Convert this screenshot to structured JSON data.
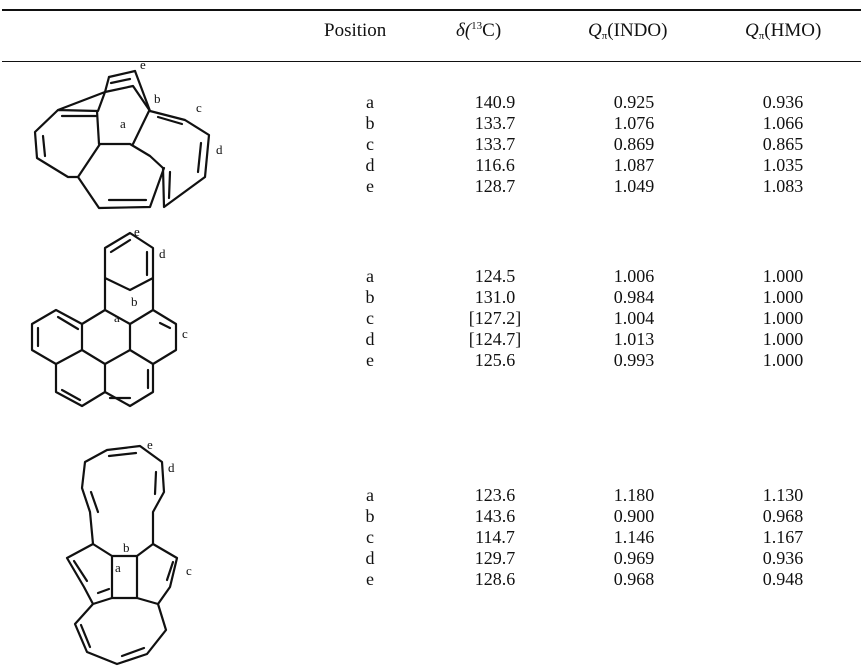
{
  "table": {
    "headers": {
      "position": "Position",
      "delta_main": "δ(",
      "delta_sup": "13",
      "delta_tail": "C)",
      "q_main": "Q",
      "q_sub": "π",
      "q_indo": "(INDO)",
      "q_hmo": "(HMO)"
    },
    "groups": [
      {
        "atom_labels": [
          "a",
          "b",
          "c",
          "d",
          "e"
        ],
        "rows": [
          {
            "pos": "a",
            "delta": "140.9",
            "indo": "0.925",
            "hmo": "0.936"
          },
          {
            "pos": "b",
            "delta": "133.7",
            "indo": "1.076",
            "hmo": "1.066"
          },
          {
            "pos": "c",
            "delta": "133.7",
            "indo": "0.869",
            "hmo": "0.865"
          },
          {
            "pos": "d",
            "delta": "116.6",
            "indo": "1.087",
            "hmo": "1.035"
          },
          {
            "pos": "e",
            "delta": "128.7",
            "indo": "1.049",
            "hmo": "1.083"
          }
        ]
      },
      {
        "atom_labels": [
          "a",
          "b",
          "c",
          "d",
          "e"
        ],
        "rows": [
          {
            "pos": "a",
            "delta": "124.5",
            "indo": "1.006",
            "hmo": "1.000"
          },
          {
            "pos": "b",
            "delta": "131.0",
            "indo": "0.984",
            "hmo": "1.000"
          },
          {
            "pos": "c",
            "delta": "[127.2]",
            "indo": "1.004",
            "hmo": "1.000"
          },
          {
            "pos": "d",
            "delta": "[124.7]",
            "indo": "1.013",
            "hmo": "1.000"
          },
          {
            "pos": "e",
            "delta": "125.6",
            "indo": "0.993",
            "hmo": "1.000"
          }
        ]
      },
      {
        "atom_labels": [
          "a",
          "b",
          "c",
          "d",
          "e"
        ],
        "rows": [
          {
            "pos": "a",
            "delta": "123.6",
            "indo": "1.180",
            "hmo": "1.130"
          },
          {
            "pos": "b",
            "delta": "143.6",
            "indo": "0.900",
            "hmo": "0.968"
          },
          {
            "pos": "c",
            "delta": "114.7",
            "indo": "1.146",
            "hmo": "1.167"
          },
          {
            "pos": "d",
            "delta": "129.7",
            "indo": "0.969",
            "hmo": "0.936"
          },
          {
            "pos": "e",
            "delta": "128.6",
            "indo": "0.968",
            "hmo": "0.948"
          }
        ]
      }
    ]
  }
}
